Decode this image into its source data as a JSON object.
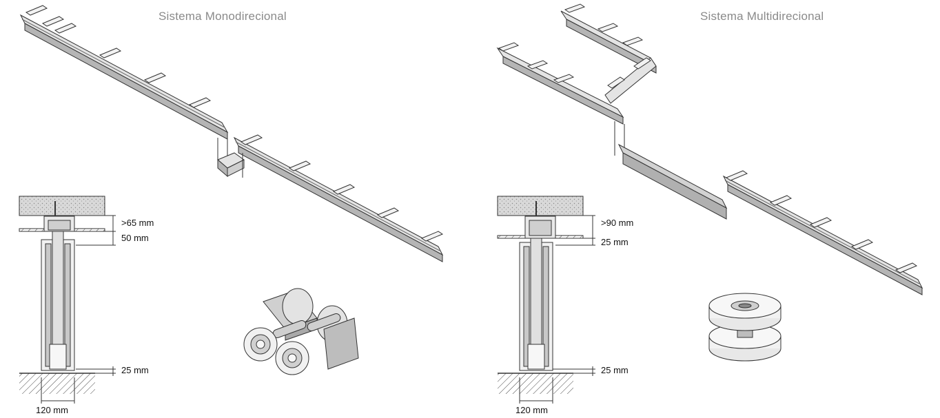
{
  "panels": [
    {
      "title": "Sistema Monodirecional",
      "dims": {
        "top": ">65 mm",
        "mid": "50 mm",
        "bottom": "25 mm",
        "width": "120 mm"
      },
      "accessory_icon": "double-wheel-carriage-icon"
    },
    {
      "title": "Sistema Multidirecional",
      "dims": {
        "top": ">90 mm",
        "mid": "25 mm",
        "bottom": "25 mm",
        "width": "120 mm"
      },
      "accessory_icon": "stacked-roller-icon"
    }
  ]
}
